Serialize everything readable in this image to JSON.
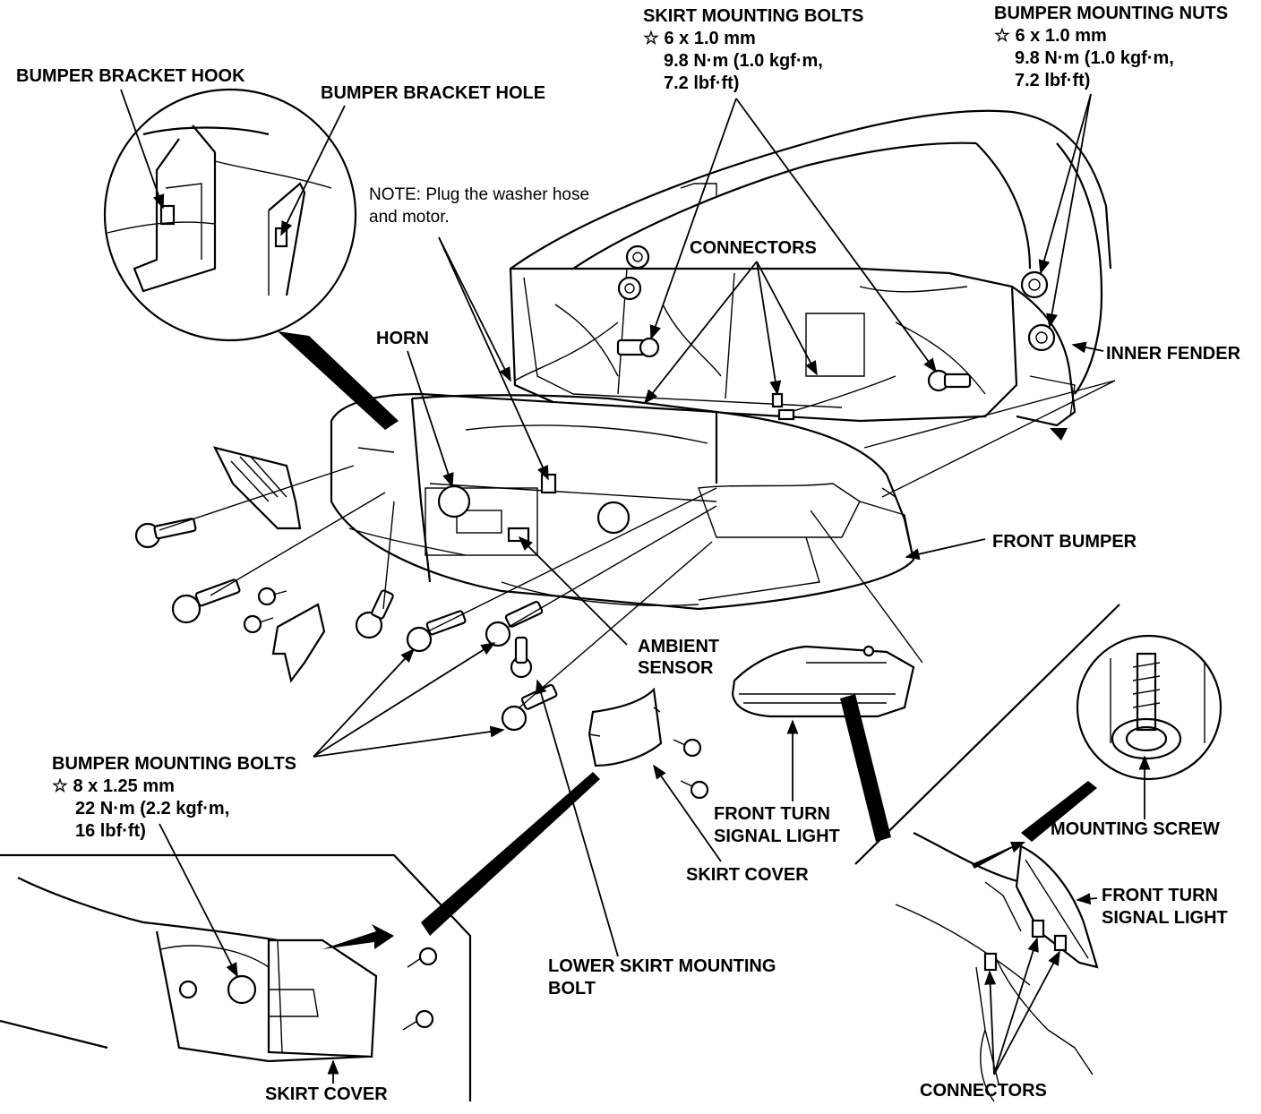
{
  "labels": {
    "skirt_bolts": {
      "title": "SKIRT MOUNTING BOLTS",
      "spec1": "☆ 6 x 1.0 mm",
      "spec2": "9.8 N·m (1.0 kgf·m,",
      "spec3": "7.2 lbf·ft)"
    },
    "bumper_nuts": {
      "title": "BUMPER MOUNTING NUTS",
      "spec1": "☆ 6 x 1.0 mm",
      "spec2": "9.8 N·m (1.0 kgf·m,",
      "spec3": "7.2 lbf·ft)"
    },
    "bracket_hook": "BUMPER BRACKET HOOK",
    "bracket_hole": "BUMPER BRACKET HOLE",
    "note_line1": "NOTE: Plug the washer hose",
    "note_line2": "and motor.",
    "connectors_top": "CONNECTORS",
    "horn": "HORN",
    "inner_fender": "INNER FENDER",
    "front_bumper": "FRONT BUMPER",
    "ambient_sensor_1": "AMBIENT",
    "ambient_sensor_2": "SENSOR",
    "bumper_bolts": {
      "title": "BUMPER MOUNTING BOLTS",
      "spec1": "☆ 8 x 1.25 mm",
      "spec2": "22 N·m (2.2 kgf·m,",
      "spec3": "16 lbf·ft)"
    },
    "turn_signal_center_1": "FRONT TURN",
    "turn_signal_center_2": "SIGNAL LIGHT",
    "skirt_cover_center": "SKIRT COVER",
    "mounting_screw": "MOUNTING SCREW",
    "turn_signal_right_1": "FRONT TURN",
    "turn_signal_right_2": "SIGNAL LIGHT",
    "lower_skirt_1": "LOWER SKIRT MOUNTING",
    "lower_skirt_2": "BOLT",
    "skirt_cover_bottom": "SKIRT COVER",
    "connectors_bottom": "CONNECTORS"
  }
}
